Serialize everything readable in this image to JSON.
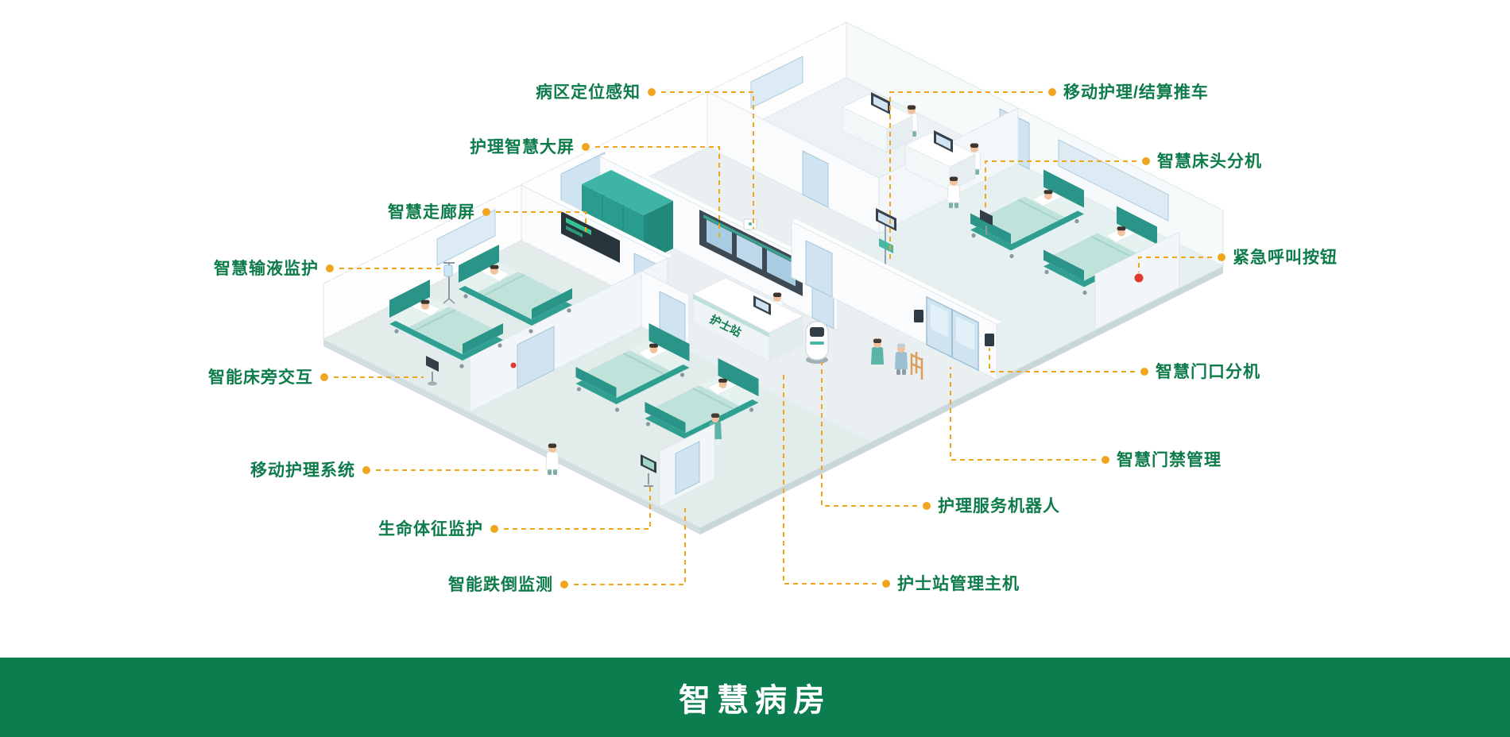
{
  "banner": {
    "title": "智慧病房"
  },
  "scene": {
    "nurse_station_sign": "护士站"
  },
  "callouts": {
    "left": [
      {
        "label": "病区定位感知"
      },
      {
        "label": "护理智慧大屏"
      },
      {
        "label": "智慧走廊屏"
      },
      {
        "label": "智慧输液监护"
      },
      {
        "label": "智能床旁交互"
      },
      {
        "label": "移动护理系统"
      },
      {
        "label": "生命体征监护"
      },
      {
        "label": "智能跌倒监测"
      }
    ],
    "right": [
      {
        "label": "移动护理/结算推车"
      },
      {
        "label": "智慧床头分机"
      },
      {
        "label": "紧急呼叫按钮"
      },
      {
        "label": "智慧门口分机"
      },
      {
        "label": "智慧门禁管理"
      },
      {
        "label": "护理服务机器人"
      },
      {
        "label": "护士站管理主机"
      }
    ]
  },
  "colors": {
    "label_green": "#0e7c4a",
    "banner_green": "#0b7d4e",
    "accent_orange": "#f0a51f",
    "teal": "#2fa496"
  }
}
